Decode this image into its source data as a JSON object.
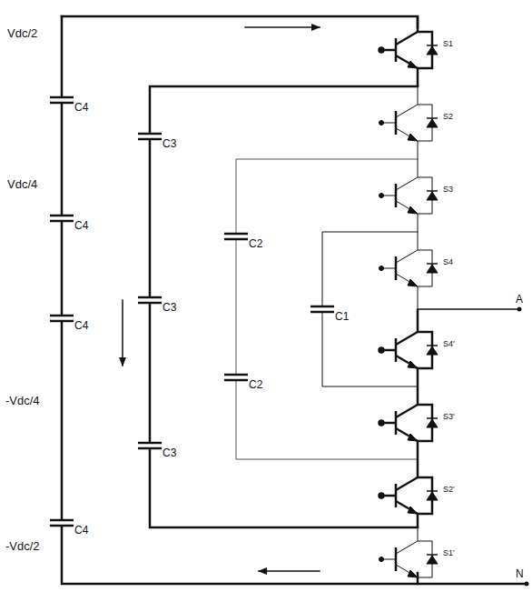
{
  "diagram": {
    "labels": [
      "Vdc/2",
      "Vdc/4",
      "-Vdc/4",
      "-Vdc/2",
      "C4",
      "C4",
      "C4",
      "C4",
      "C3",
      "C3",
      "C3",
      "C2",
      "C2",
      "C1",
      "S1",
      "S2",
      "S3",
      "S4",
      "S4'",
      "S3'",
      "S2'",
      "S1'",
      "A",
      "N"
    ]
  }
}
